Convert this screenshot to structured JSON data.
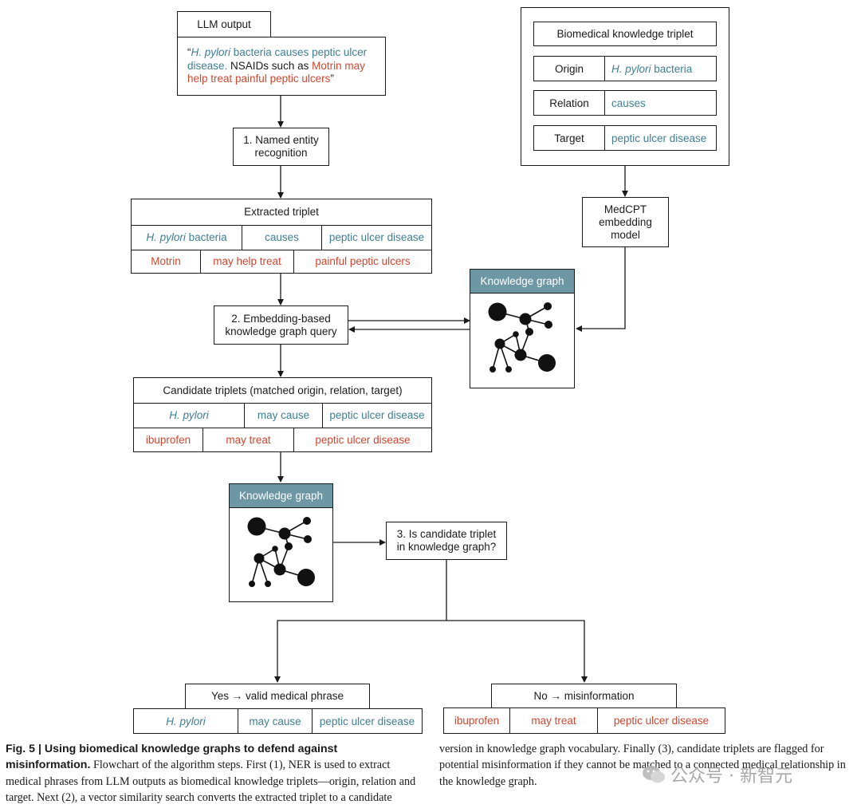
{
  "llm_output": {
    "title": "LLM output",
    "quote_open": "“",
    "quote_p1_italic": "H. pylori",
    "quote_p1_rest": " bacteria causes peptic ulcer disease.",
    "quote_p2": " NSAIDs such as ",
    "quote_p3": "Motrin may help treat painful peptic ulcers",
    "quote_close": "”"
  },
  "step1": "1. Named entity recognition",
  "extracted": {
    "title": "Extracted triplet",
    "row1": {
      "origin_italic": "H. pylori",
      "origin_rest": " bacteria",
      "relation": "causes",
      "target": "peptic ulcer disease"
    },
    "row2": {
      "origin": "Motrin",
      "relation": "may help treat",
      "target": "painful peptic ulcers"
    }
  },
  "step2": "2. Embedding-based knowledge graph query",
  "candidates": {
    "title": "Candidate triplets (matched origin, relation, target)",
    "row1": {
      "origin": "H. pylori",
      "relation": "may cause",
      "target": "peptic ulcer disease"
    },
    "row2": {
      "origin": "ibuprofen",
      "relation": "may treat",
      "target": "peptic ulcer disease"
    }
  },
  "kg_label": "Knowledge graph",
  "step3": "3. Is candidate triplet in knowledge graph?",
  "biomed": {
    "title": "Biomedical knowledge triplet",
    "origin_label": "Origin",
    "origin_italic": "H. pylori",
    "origin_rest": " bacteria",
    "relation_label": "Relation",
    "relation_value": "causes",
    "target_label": "Target",
    "target_value": "peptic ulcer disease"
  },
  "medcpt": "MedCPT embedding model",
  "yes": {
    "title": "Yes → valid medical phrase",
    "origin": "H. pylori",
    "relation": "may cause",
    "target": "peptic ulcer disease"
  },
  "no": {
    "title": "No → misinformation",
    "origin": "ibuprofen",
    "relation": "may treat",
    "target": "peptic ulcer disease"
  },
  "caption": {
    "fig_label": "Fig. 5 | Using biomedical knowledge graphs to defend against misinformation.",
    "left_rest": " Flowchart of the algorithm steps. First (1), NER is used to extract medical phrases from LLM outputs as biomedical knowledge triplets—origin, relation and target. Next (2), a vector similarity search converts the extracted triplet to a candidate",
    "right": "version in knowledge graph vocabulary. Finally (3), candidate triplets are flagged for potential misinformation if they cannot be matched to a connected medical relationship in the knowledge graph."
  },
  "watermark": "公众号 · 新智元",
  "colors": {
    "teal": "#3f7f93",
    "red": "#d1462f",
    "kg_header": "#6d97a4"
  }
}
